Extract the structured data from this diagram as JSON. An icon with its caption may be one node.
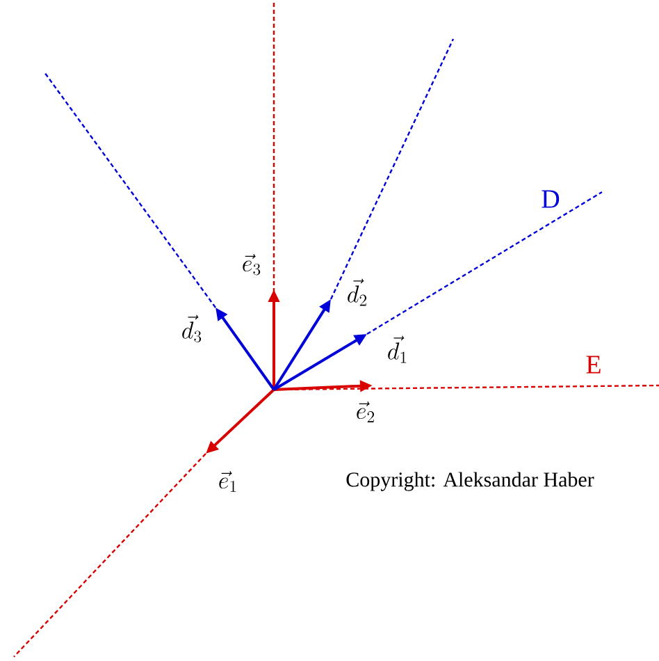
{
  "diagram": {
    "labels": [
      "D",
      "\\vec{e}_3",
      "\\vec{d}_2",
      "\\vec{d}_3",
      "\\vec{d}_1",
      "E",
      "\\vec{e}_2",
      "\\vec{e}_1",
      "Copyright: Aleksandar Haber"
    ]
  }
}
